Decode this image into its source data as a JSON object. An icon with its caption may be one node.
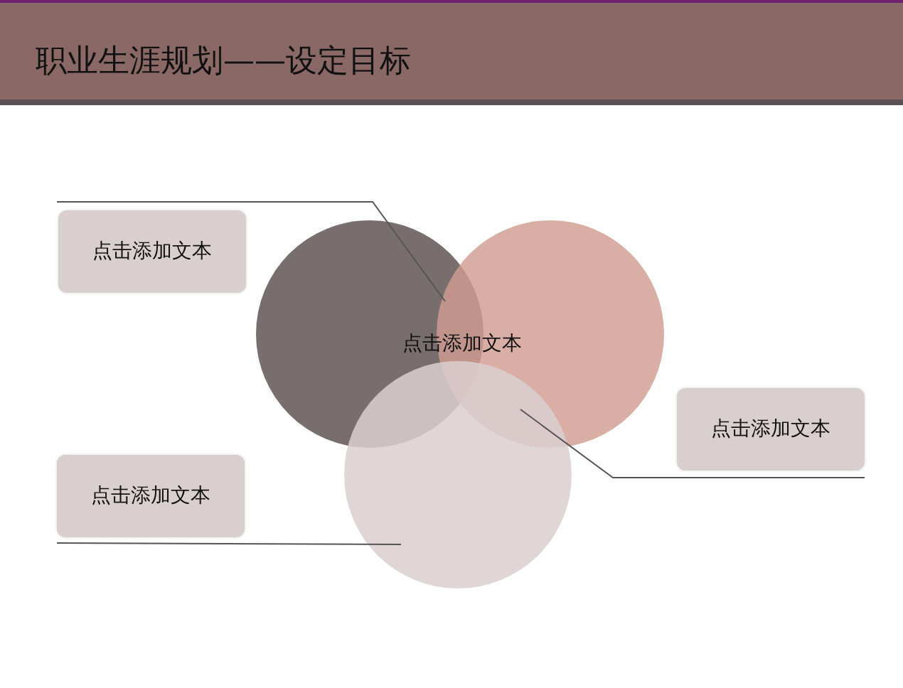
{
  "diagram": {
    "title": "职业生涯规划——设定目标",
    "nodes": [
      {
        "text": [
          "点击添加文本"
        ]
      },
      {
        "text": [],
        "shape": "circle"
      },
      {
        "text": [],
        "shape": "circle"
      },
      {
        "text": [],
        "shape": "circle"
      },
      {
        "text": [
          "点击添加文本"
        ]
      },
      {
        "text": [
          "点击添加文本"
        ]
      }
    ],
    "edges": [
      {
        "from": 0,
        "to": 2,
        "arrow": "none"
      },
      {
        "from": 4,
        "to": 3,
        "arrow": "none"
      },
      {
        "from": 5,
        "to": 3,
        "arrow": "none"
      }
    ],
    "labels": [
      "点击添加文本"
    ]
  }
}
